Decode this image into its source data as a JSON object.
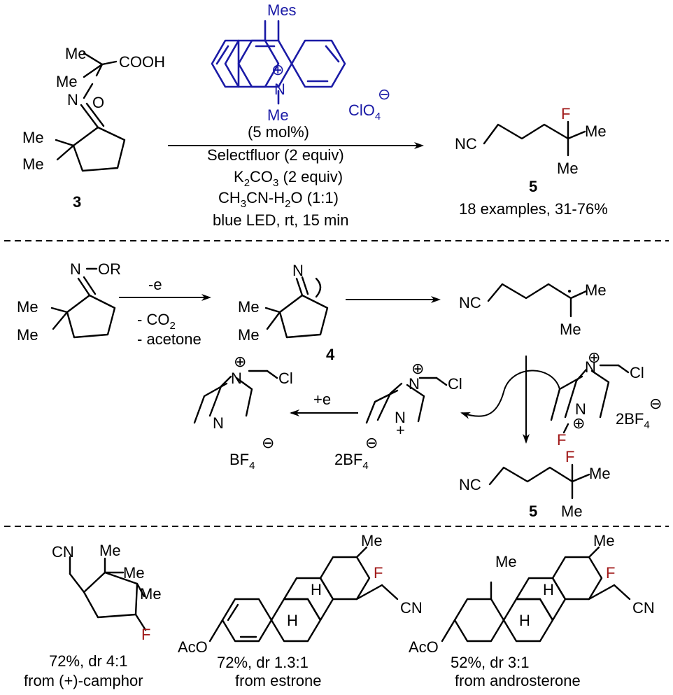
{
  "reaction1": {
    "catalyst_label": "Mes",
    "catalyst_methyl": "Me",
    "counterion": "ClO",
    "counterion_sub": "4",
    "conditions": {
      "loading": "(5 mol%)",
      "reagent": "Selectfluor (2 equiv)",
      "base_a": "K",
      "base_sub1": "2",
      "base_b": "CO",
      "base_sub2": "3",
      "base_c": " (2 equiv)",
      "solvent_a": "CH",
      "solvent_sub1": "3",
      "solvent_b": "CN-H",
      "solvent_sub2": "2",
      "solvent_c": "O (1:1)",
      "light": "blue LED, rt, 15 min"
    },
    "substrate": {
      "me1": "Me",
      "me2": "Me",
      "cooh": "COOH",
      "n": "N",
      "o": "O",
      "me3": "Me",
      "me4": "Me",
      "label": "3"
    },
    "product": {
      "nc": "NC",
      "f": "F",
      "me1": "Me",
      "me2": "Me",
      "label": "5",
      "scope": "18 examples, 31-76%"
    }
  },
  "mechanism": {
    "oxime_n": "N",
    "oxime_or": "OR",
    "me1": "Me",
    "me2": "Me",
    "step1_top": "-e",
    "step1_bottom1": "- CO",
    "step1_sub": "2",
    "step1_bottom2": "- acetone",
    "radical_n": "N",
    "radical_me1": "Me",
    "radical_me2": "Me",
    "radical_label": "4",
    "chain_nc": "NC",
    "chain_me1": "Me",
    "chain_me2": "Me",
    "sf_n1": "N",
    "sf_n2": "N",
    "sf_cl": "Cl",
    "sf_f": "F",
    "sf_bf4": "2BF",
    "sf_bf4_sub": "4",
    "rc_n1": "N",
    "rc_n2": "N",
    "rc_cl": "Cl",
    "rc_bf4": "2BF",
    "rc_bf4_sub": "4",
    "plus_e": "+e",
    "dabco_n1": "N",
    "dabco_n2": "N",
    "dabco_cl": "Cl",
    "dabco_bf4": "BF",
    "dabco_bf4_sub": "4",
    "prod_nc": "NC",
    "prod_f": "F",
    "prod_me1": "Me",
    "prod_me2": "Me",
    "prod_label": "5"
  },
  "examples": [
    {
      "cn": "CN",
      "me1": "Me",
      "me2": "Me",
      "me3": "Me",
      "f": "F",
      "yield": "72%, dr 4:1",
      "source": "from (+)-camphor"
    },
    {
      "me": "Me",
      "f": "F",
      "h1": "H",
      "h2": "H",
      "cn": "CN",
      "aco": "AcO",
      "yield": "72%, dr 1.3:1",
      "source": "from estrone"
    },
    {
      "me1": "Me",
      "me2": "Me",
      "f": "F",
      "h1": "H",
      "h2": "H",
      "cn": "CN",
      "aco": "AcO",
      "yield": "52%, dr 3:1",
      "source": "from androsterone"
    }
  ]
}
